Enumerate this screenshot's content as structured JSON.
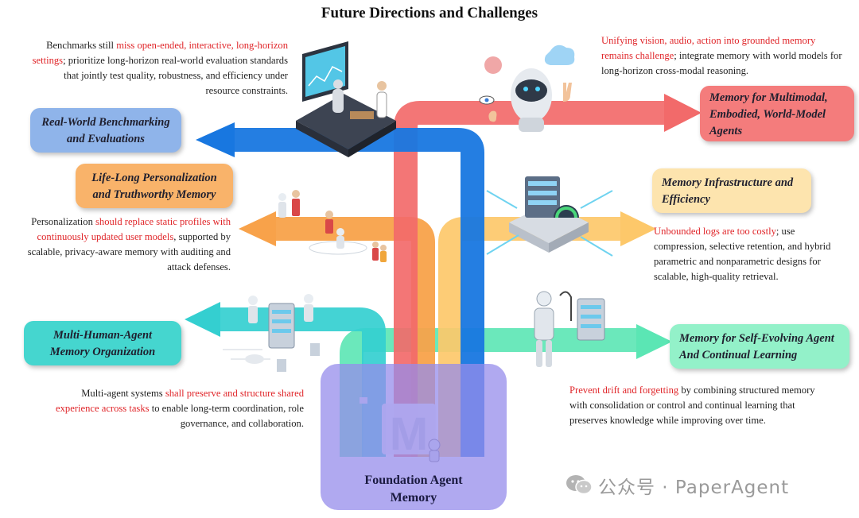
{
  "title": "Future Directions and Challenges",
  "center": {
    "label_line1": "Foundation Agent",
    "label_line2": "Memory",
    "logo_letter": "M"
  },
  "branches": {
    "benchmark": {
      "box_line1": "Real-World Benchmarking",
      "box_line2": "and Evaluations",
      "color": "#8fb4ea",
      "desc_pre": "Benchmarks still ",
      "desc_red": "miss open-ended, interactive, long-horizon settings",
      "desc_post": "; prioritize long-horizon real-world evaluation standards that jointly test quality, robustness, and efficiency under resource constraints."
    },
    "personalization": {
      "box_line1": "Life-Long Personalization",
      "box_line2": "and Truthworthy Memory",
      "color": "#f8a85a",
      "desc_pre": "Personalization ",
      "desc_red": "should replace static profiles with continuously updated user models",
      "desc_post": ", supported by scalable, privacy-aware memory with auditing and attack defenses."
    },
    "multi_agent": {
      "box_line1": "Multi-Human-Agent",
      "box_line2": "Memory Organization",
      "color": "#45d6cf",
      "desc_pre": "Multi-agent systems ",
      "desc_red": "shall preserve and structure shared experience across tasks",
      "desc_post": " to enable long-term coordination, role governance, and collaboration."
    },
    "multimodal": {
      "box_line1": "Memory for Multimodal,",
      "box_line2": "Embodied, World-Model",
      "box_line3": "Agents",
      "color": "#f47c7c",
      "desc_pre": "",
      "desc_red": "Unifying vision, audio, action into grounded memory remains challenge",
      "desc_post": "; integrate memory with world models for long-horizon cross-modal reasoning."
    },
    "infrastructure": {
      "box_line1": "Memory Infrastructure and",
      "box_line2": "Efficiency",
      "color": "#fde2a8",
      "desc_pre": "",
      "desc_red": "Unbounded logs are too costly",
      "desc_post": "; use compression, selective retention, and hybrid parametric and nonparametric designs for scalable, high-quality retrieval."
    },
    "self_evolving": {
      "box_line1": "Memory for Self-Evolving Agent",
      "box_line2": "And Continual Learning",
      "color": "#8ff0c6",
      "desc_pre": "",
      "desc_red": "Prevent drift and forgetting",
      "desc_post": " by combining structured memory with consolidation or control and continual learning that preserves knowledge while improving over time."
    }
  },
  "watermark": "公众号 · PaperAgent"
}
